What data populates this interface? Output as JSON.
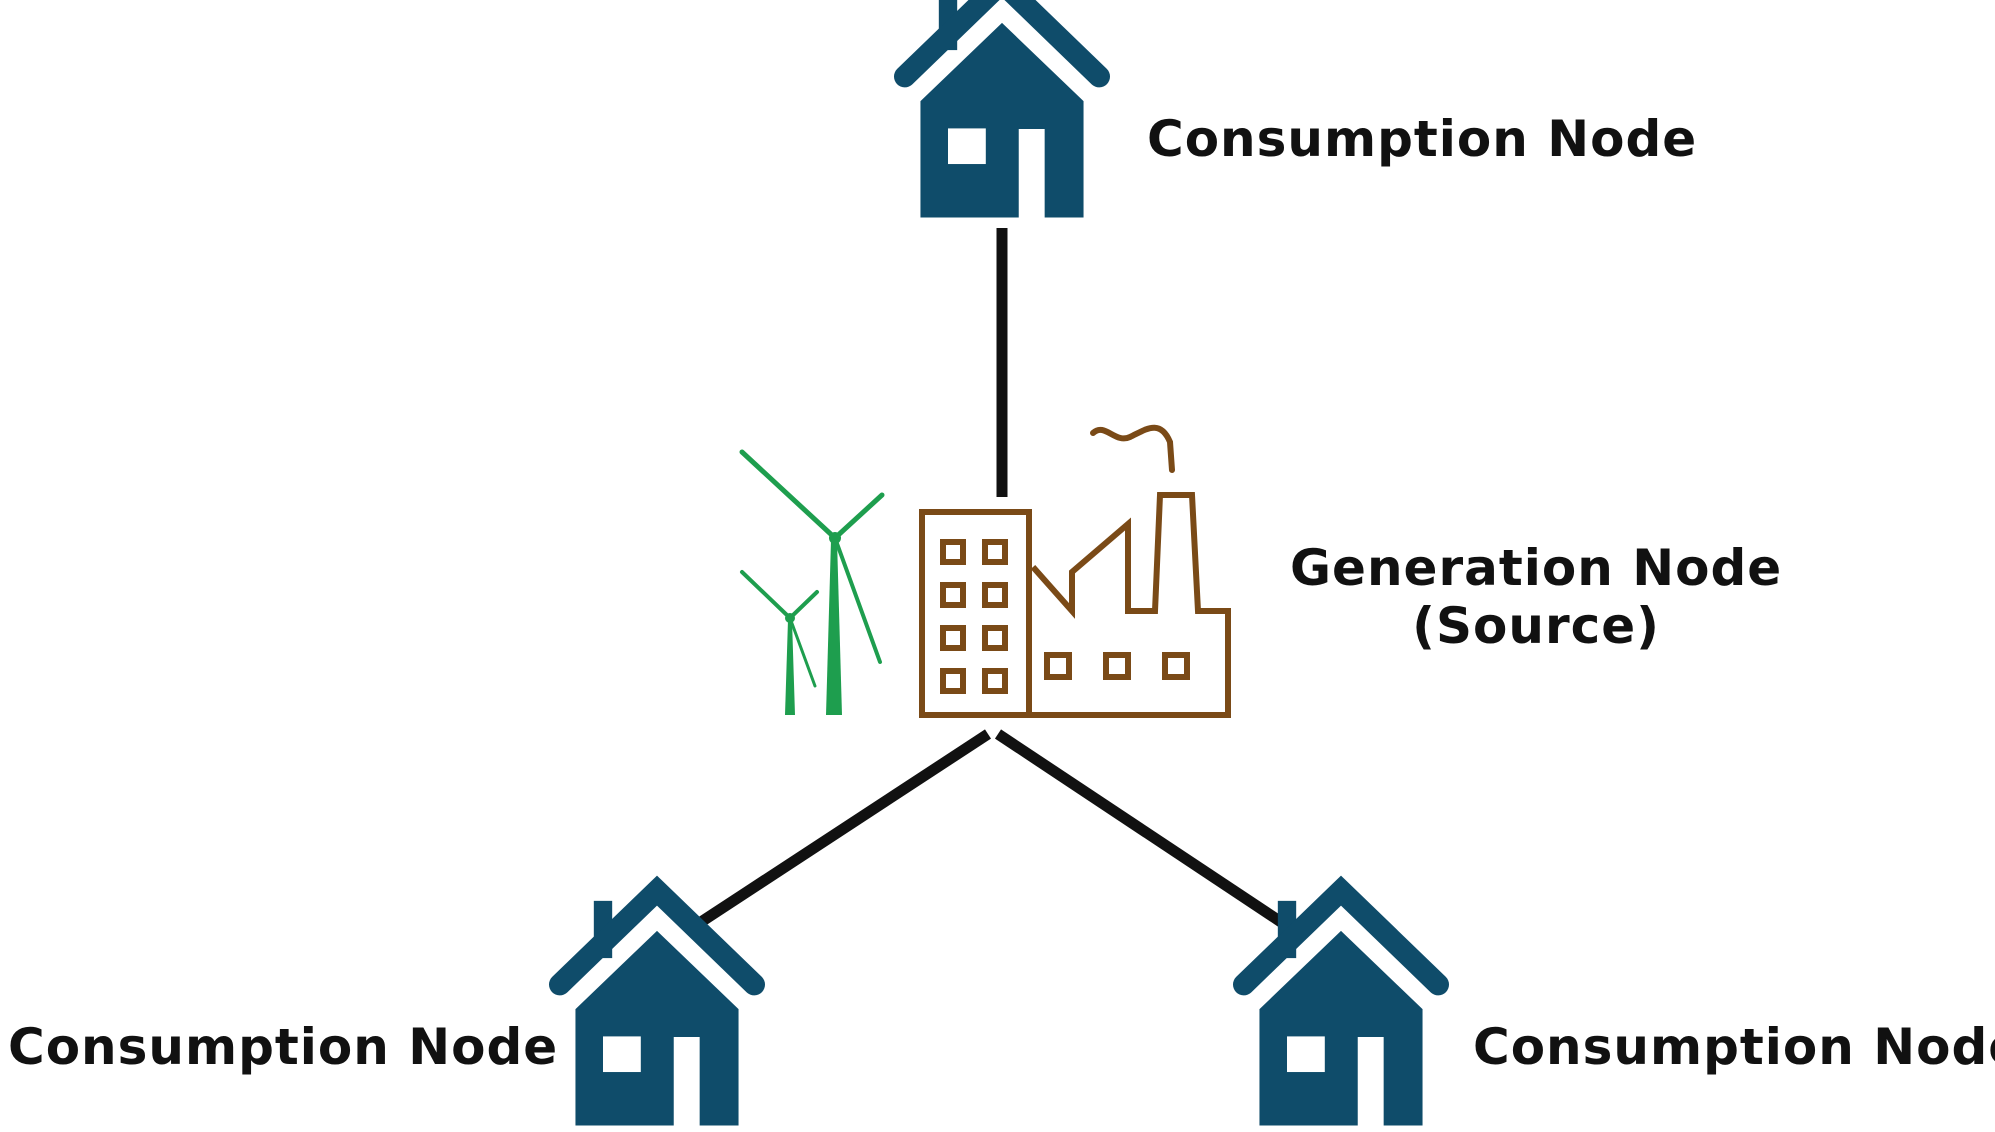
{
  "colors": {
    "house": "#0f4c6a",
    "factory": "#7a4a17",
    "turbine": "#1e9e4e",
    "line": "#111111",
    "background": "#ffffff"
  },
  "nodes": {
    "top": {
      "label": "Consumption Node",
      "icon": "house-icon"
    },
    "left": {
      "label": "Consumption Node",
      "icon": "house-icon"
    },
    "right": {
      "label": "Consumption Node",
      "icon": "house-icon"
    },
    "generation": {
      "label_line1": "Generation Node",
      "label_line2": "(Source)",
      "icons": [
        "factory-icon",
        "wind-turbine-icon"
      ]
    }
  },
  "edges": [
    {
      "from": "generation",
      "to": "top"
    },
    {
      "from": "generation",
      "to": "left"
    },
    {
      "from": "generation",
      "to": "right"
    }
  ]
}
